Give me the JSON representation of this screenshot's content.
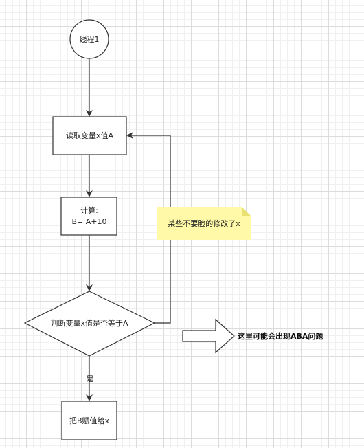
{
  "diagram": {
    "start_node": {
      "label": "线程1"
    },
    "read_node": {
      "label": "读取变量x值A"
    },
    "compute_node": {
      "line1": "计算:",
      "line2": "B=  A+10"
    },
    "decision_node": {
      "label": "判断变量x值是否等于A"
    },
    "assign_node": {
      "label": "把B赋值给x"
    },
    "yes_label": "是",
    "note": {
      "label": "某些不要脸的修改了x"
    },
    "aba_callout": {
      "label": "这里可能会出现ABA问题"
    }
  },
  "colors": {
    "stroke": "#333333",
    "note_fill": "#fff9a8",
    "note_fold": "#e8e070",
    "shape_fill": "#ffffff"
  }
}
